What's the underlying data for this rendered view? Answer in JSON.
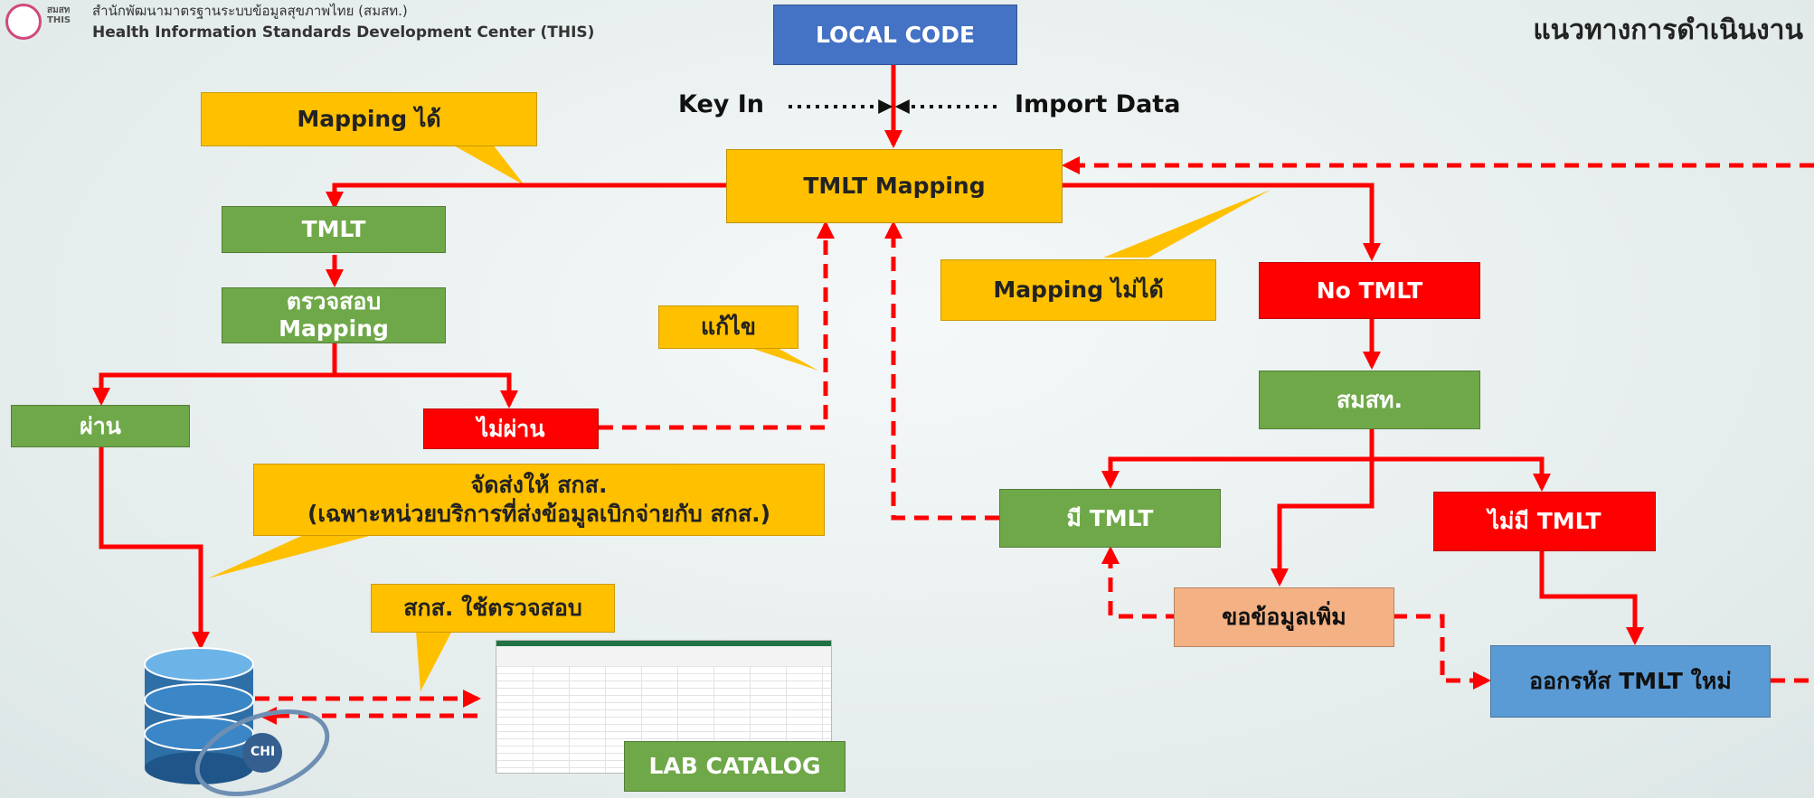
{
  "header": {
    "org_th": "สำนักพัฒนามาตรฐานระบบข้อมูลสุขภาพไทย (สมสท.)",
    "org_en": "Health Information Standards Development Center (THIS)",
    "logo_text_top": "สมสท",
    "logo_text_bottom": "THIS",
    "title": "แนวทางการดำเนินงาน"
  },
  "flow": {
    "local_code": "LOCAL CODE",
    "key_in": "Key In",
    "import_data": "Import Data",
    "tmlt_mapping": "TMLT Mapping",
    "tmlt": "TMLT",
    "check_mapping_line1": "ตรวจสอบ",
    "check_mapping_line2": "Mapping",
    "pass": "ผ่าน",
    "fail": "ไม่ผ่าน",
    "no_tmlt": "No TMLT",
    "this_org": "สมสท.",
    "has_tmlt": "มี TMLT",
    "no_has_tmlt": "ไม่มี TMLT",
    "request_more": "ขอข้อมูลเพิ่ม",
    "new_code": "ออกรหัส TMLT ใหม่",
    "lab_catalog": "LAB CATALOG",
    "chi_logo": "CHI"
  },
  "callouts": {
    "mapping_ok": "Mapping ได้",
    "mapping_fail": "Mapping ไม่ได้",
    "fix": "แก้ไข",
    "send_line1": "จัดส่งให้ สกส.",
    "send_line2": "(เฉพาะหน่วยบริการที่ส่งข้อมูลเบิกจ่ายกับ สกส.)",
    "verify": "สกส. ใช้ตรวจสอบ"
  },
  "colors": {
    "green": "#6fa849",
    "red": "#ff0000",
    "yellow": "#ffc000",
    "blue": "#4472c4",
    "arrow": "#ff0000"
  }
}
